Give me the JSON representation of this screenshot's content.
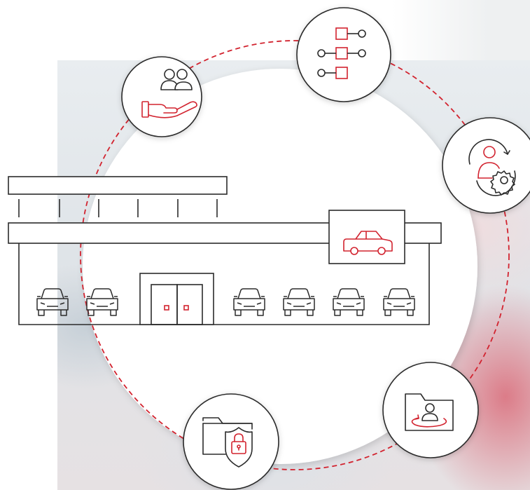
{
  "colors": {
    "accent": "#d2232f",
    "outline": "#2b2b2b",
    "circle_fill": "#ffffff"
  },
  "diagram": {
    "center": "car-dealership-building",
    "storefront_cars": 6,
    "nodes": [
      {
        "id": "customer-care",
        "icon": "hand-holding-people-icon"
      },
      {
        "id": "workflow",
        "icon": "process-flow-icon"
      },
      {
        "id": "user-settings",
        "icon": "user-gear-icon"
      },
      {
        "id": "user-data-rotation",
        "icon": "folder-user-rotate-icon"
      },
      {
        "id": "data-security",
        "icon": "folder-shield-lock-icon"
      }
    ],
    "connector": "dashed-ring"
  }
}
